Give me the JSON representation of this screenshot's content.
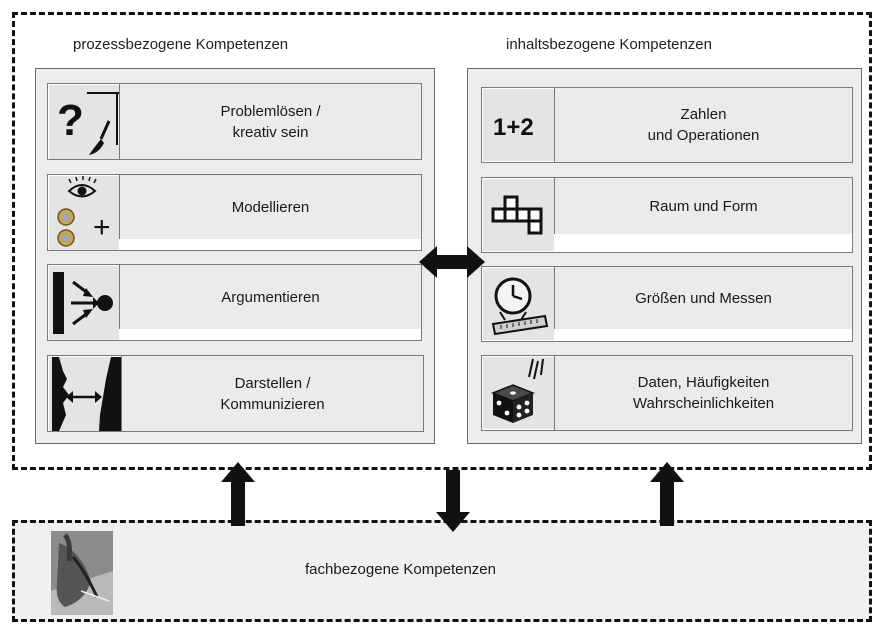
{
  "left_heading": "prozessbezogene Kompetenzen",
  "right_heading": "inhaltsbezogene Kompetenzen",
  "process": [
    {
      "label": "Problemlösen /\nkreativ sein",
      "icon": "question-brush-icon",
      "icon_text": "?"
    },
    {
      "label": "Modellieren",
      "icon": "eye-coins-plus-icon",
      "icon_text": "+"
    },
    {
      "label": "Argumentieren",
      "icon": "arrows-into-point-icon"
    },
    {
      "label": "Darstellen /\nKommunizieren",
      "icon": "faces-double-arrow-icon"
    }
  ],
  "content": [
    {
      "label": "Zahlen\nund Operationen",
      "icon": "one-plus-two-icon",
      "icon_text": "1+2"
    },
    {
      "label": "Raum und Form",
      "icon": "cube-net-icon"
    },
    {
      "label": "Größen und Messen",
      "icon": "clock-ruler-icon"
    },
    {
      "label": "Daten, Häufigkeiten\nWahrscheinlichkeiten",
      "icon": "dice-icon"
    }
  ],
  "footer": {
    "label": "fachbezogene Kompetenzen",
    "icon": "hand-writing-photo-icon"
  },
  "colors": {
    "panel_bg": "#ececec",
    "label_bg": "#ebebeb",
    "arrow": "#111111"
  }
}
